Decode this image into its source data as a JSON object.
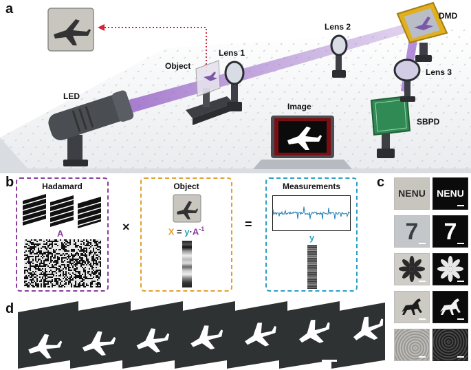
{
  "panels": {
    "a": "a",
    "b": "b",
    "c": "c",
    "d": "d"
  },
  "panel_a": {
    "labels": {
      "led": "LED",
      "object": "Object",
      "lens1": "Lens 1",
      "lens2": "Lens 2",
      "lens3": "Lens 3",
      "dmd": "DMD",
      "sbpd": "SBPD",
      "image": "Image"
    },
    "colors": {
      "beam": "#9a6bc2",
      "arrow": "#d4223a",
      "dmd_frame": "#e0b020",
      "sbpd": "#2f8a53"
    }
  },
  "panel_b": {
    "hadamard": {
      "title": "Hadamard",
      "matrix_label": "A",
      "border_color": "#8b3a9e"
    },
    "times": "×",
    "object": {
      "title": "Object",
      "eq_x": "X",
      "eq_eq": " = ",
      "eq_y": "y",
      "eq_dot": "·",
      "eq_a": "A",
      "eq_exp": "-1",
      "border_color": "#e0a030"
    },
    "equals": "=",
    "measurements": {
      "title": "Measurements",
      "vector_label": "y",
      "border_color": "#2a9fc4"
    }
  },
  "panel_c": {
    "rows": [
      {
        "item": "NENU",
        "text_left": "NENU",
        "text_right": "NENU"
      },
      {
        "item": "seven",
        "text_left": "7",
        "text_right": "7"
      },
      {
        "item": "flower",
        "text_left": "",
        "text_right": ""
      },
      {
        "item": "horse",
        "text_left": "",
        "text_right": ""
      },
      {
        "item": "fingerprint",
        "text_left": "",
        "text_right": ""
      }
    ]
  },
  "panel_d": {
    "frame_count": 7,
    "icons": [
      "airplane-icon"
    ]
  }
}
